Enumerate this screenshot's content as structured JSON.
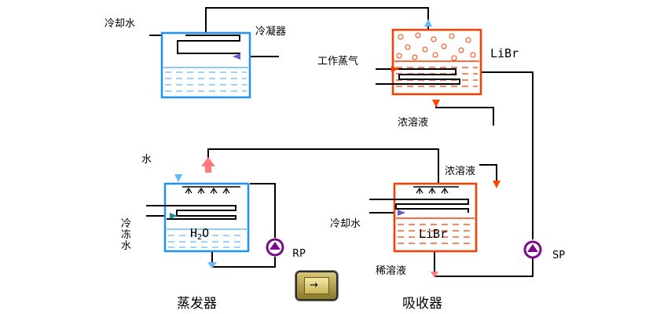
{
  "labels": {
    "cooling_water_top": "冷却水",
    "condenser": "冷凝器",
    "working_steam": "工作蒸气",
    "libr_top": "LiBr",
    "conc_solution_1": "浓溶液",
    "conc_solution_2": "浓溶液",
    "water": "水",
    "chilled_water_1": "冷",
    "chilled_water_2": "冻",
    "chilled_water_3": "水",
    "h2o_h": "H",
    "h2o_2": "2",
    "h2o_o": "O",
    "rp": "RP",
    "cooling_water_absorber": "冷却水",
    "libr_absorber": "LiBr",
    "sp": "SP",
    "dilute_solution": "稀溶液",
    "evaporator": "蒸发器",
    "absorber": "吸收器",
    "play_glyph": "→"
  },
  "colors": {
    "cold_vessel": "#1e90ff",
    "hot_vessel": "#ff3b00",
    "pipe": "#000000",
    "pump": "#7a0a8a",
    "arrow_blue": "#63b8ff",
    "arrow_red": "#ff4500",
    "arrow_pink": "#ff7b7b",
    "arrow_purple": "#6a5acd",
    "arrow_teal": "#1f8f8f"
  }
}
